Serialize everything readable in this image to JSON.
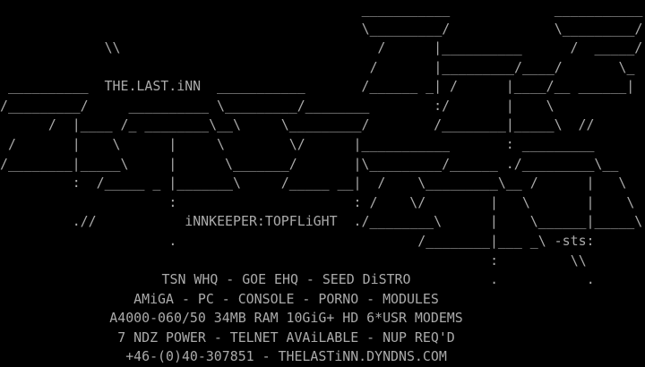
{
  "art": {
    "rows": [
      "                                             ___________             ___________",
      "                                             \\_________/             \\_________/",
      "             \\\\                                /      |__________      /  _____/",
      "                                              /       |_________/____/       \\_",
      " __________  THE.LAST.iNN  ___________       /______ _| /      |____/__ ______|",
      "/_________/     __________ \\_________/________        :/       |    \\",
      "      /  |____ /_ ________\\__\\     \\_________/        /________|_____\\  //",
      " /       |    \\      |     \\        \\/      |___________       : _________",
      "/________|_____\\     |      \\_______/       |\\_________/______ ./_________\\__",
      "         :  /_____ _ |_______\\     /_____ __|  /    \\_________\\__ /      |   \\",
      "                     :                      : /    \\/        |   \\       |    \\",
      "         .//           iNNKEEPER:TOPFLiGHT  ./________\\      |    \\______|_____\\",
      "                     .                              /________|___ _\\ -sts:",
      "                                                             :         \\\\",
      "                                                             .           ."
    ]
  },
  "info": {
    "line1": "TSN WHQ - GOE EHQ - SEED DiSTRO",
    "line2": "AMiGA - PC - CONSOLE - PORNO - MODULES",
    "line3": "A4000-060/50 34MB RAM 10GiG+ HD 6*USR MODEMS",
    "line4": "7 NDZ POWER - TELNET AVAiLABLE - NUP REQ'D",
    "line5": "+46-(0)40-307851 - THELASTiNN.DYNDNS.COM"
  },
  "colors": {
    "text": "#aaaaaa",
    "background": "#000000"
  }
}
